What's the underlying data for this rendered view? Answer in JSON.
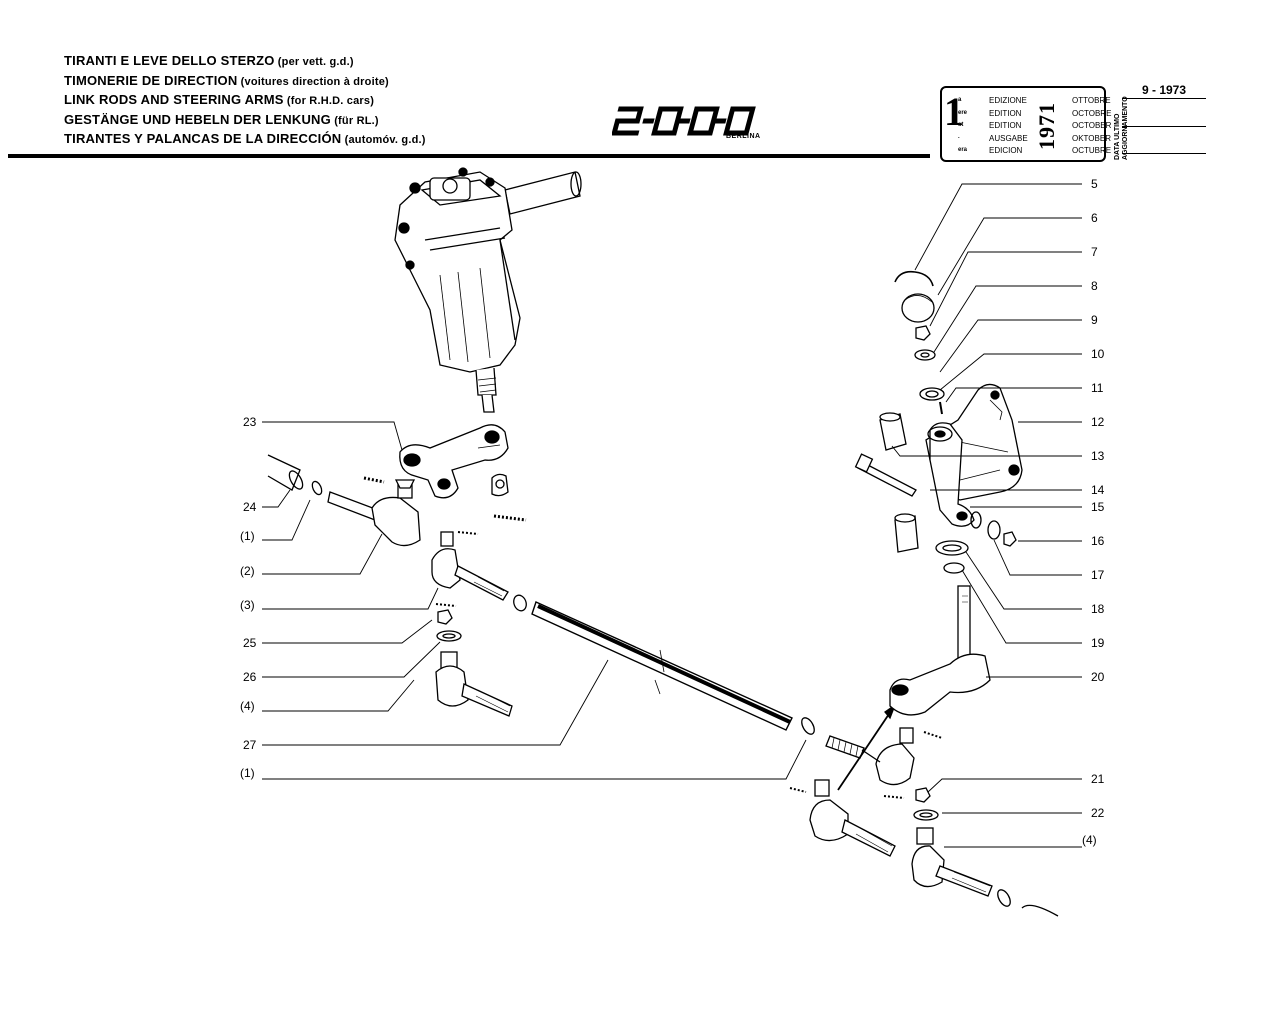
{
  "titles": [
    {
      "main": "TIRANTI E LEVE DELLO STERZO",
      "sub": " (per vett. g.d.)"
    },
    {
      "main": "TIMONERIE DE DIRECTION",
      "sub": " (voitures direction à droite)"
    },
    {
      "main": "LINK RODS AND STEERING ARMS",
      "sub": " (for R.H.D. cars)"
    },
    {
      "main": "GESTÄNGE UND HEBELN DER LENKUNG",
      "sub": " (für RL.)"
    },
    {
      "main": "TIRANTES Y PALANCAS DE LA DIRECCIÓN",
      "sub": " (automóv. g.d.)"
    }
  ],
  "logo": {
    "text": "2000",
    "subtitle": "BERLINA"
  },
  "edition": {
    "number": "1",
    "suffixes": [
      "a",
      "ere",
      "st",
      ".",
      "era"
    ],
    "labels": [
      "EDIZIONE",
      "EDITION",
      "EDITION",
      "AUSGABE",
      "EDICION"
    ],
    "year": "1971",
    "months": [
      "OTTOBRE",
      "OCTOBRE",
      "OCTOBER",
      "OKTOBER",
      "OCTUBRE"
    ],
    "update_label": [
      "DATA ULTIMO",
      "AGGIORNAMENTO"
    ],
    "update_value": "9 - 1973"
  },
  "callouts": {
    "left": [
      {
        "id": "c23",
        "text": "23"
      },
      {
        "id": "c24",
        "text": "24"
      },
      {
        "id": "c1a",
        "text": "(1)"
      },
      {
        "id": "c2",
        "text": "(2)"
      },
      {
        "id": "c3",
        "text": "(3)"
      },
      {
        "id": "c25",
        "text": "25"
      },
      {
        "id": "c26",
        "text": "26"
      },
      {
        "id": "c4a",
        "text": "(4)"
      },
      {
        "id": "c27",
        "text": "27"
      },
      {
        "id": "c1b",
        "text": "(1)"
      }
    ],
    "right": [
      {
        "id": "c5",
        "text": "5"
      },
      {
        "id": "c6",
        "text": "6"
      },
      {
        "id": "c7",
        "text": "7"
      },
      {
        "id": "c8",
        "text": "8"
      },
      {
        "id": "c9",
        "text": "9"
      },
      {
        "id": "c10",
        "text": "10"
      },
      {
        "id": "c11",
        "text": "11"
      },
      {
        "id": "c12",
        "text": "12"
      },
      {
        "id": "c13",
        "text": "13"
      },
      {
        "id": "c14",
        "text": "14"
      },
      {
        "id": "c15",
        "text": "15"
      },
      {
        "id": "c16",
        "text": "16"
      },
      {
        "id": "c17",
        "text": "17"
      },
      {
        "id": "c18",
        "text": "18"
      },
      {
        "id": "c19",
        "text": "19"
      },
      {
        "id": "c20",
        "text": "20"
      },
      {
        "id": "c21",
        "text": "21"
      },
      {
        "id": "c22",
        "text": "22"
      },
      {
        "id": "c4b",
        "text": "(4)"
      }
    ]
  }
}
